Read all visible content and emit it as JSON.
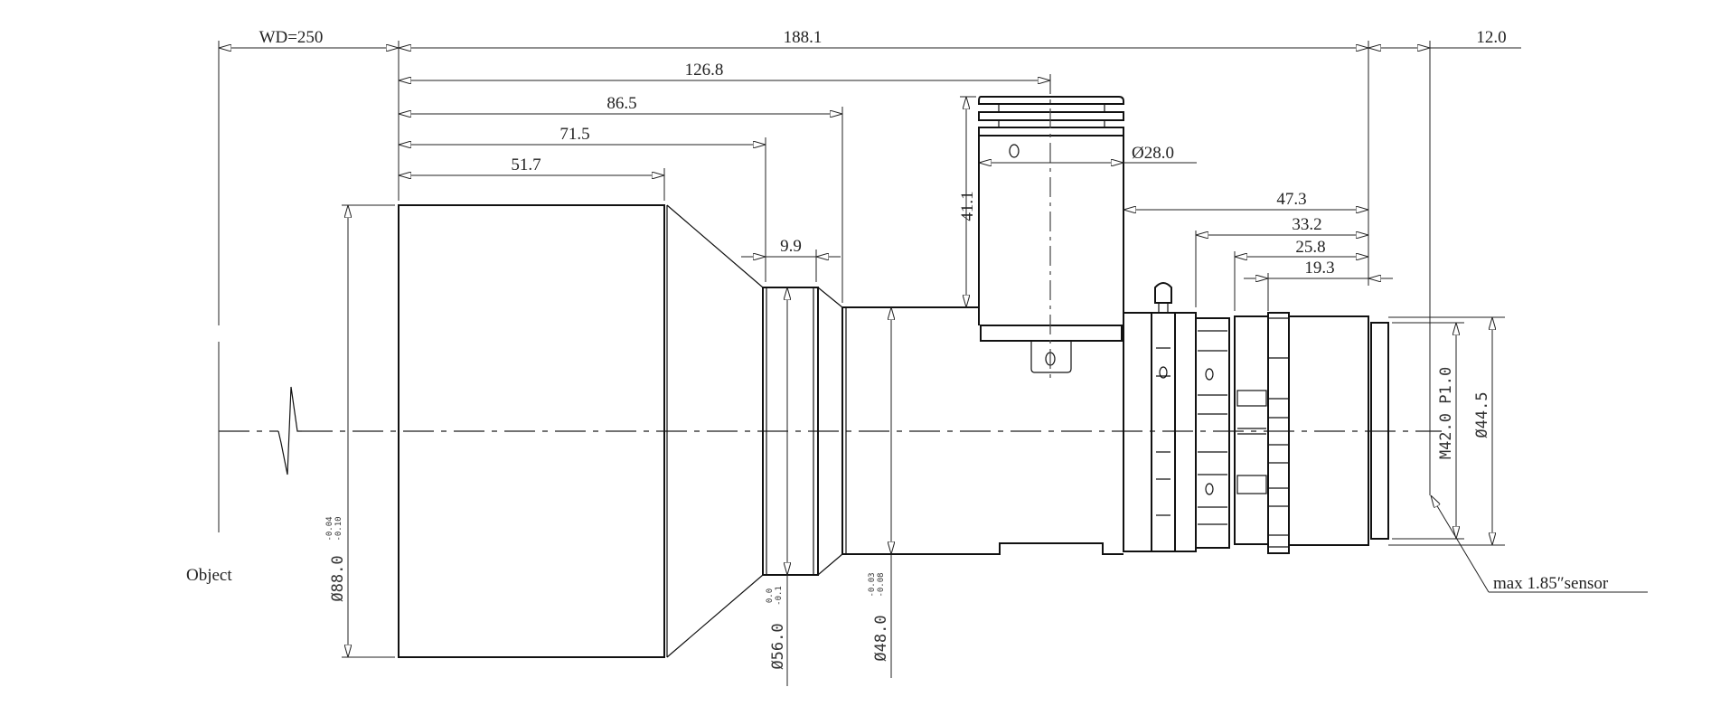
{
  "drawing": {
    "object_label": "Object",
    "sensor_note": "max 1.85″sensor",
    "horizontal_dims": {
      "wd": "WD=250",
      "total": "188.1",
      "d126": "126.8",
      "d86": "86.5",
      "d71": "71.5",
      "d51": "51.7",
      "d9": "9.9",
      "back": "12.0",
      "dia28": "Ø28.0",
      "d47": "47.3",
      "d33": "33.2",
      "d25": "25.8",
      "d19": "19.3"
    },
    "vertical_dims": {
      "d41": "41.1",
      "dia88": "Ø88.0",
      "dia88_tol_upper": "-0.04",
      "dia88_tol_lower": "-0.10",
      "dia56": "Ø56.0",
      "dia56_tol_upper": "0.0",
      "dia56_tol_lower": "-0.1",
      "dia48": "Ø48.0",
      "dia48_tol_upper": "-0.03",
      "dia48_tol_lower": "-0.08",
      "mount": "M42.0 P1.0",
      "dia44": "Ø44.5"
    }
  }
}
